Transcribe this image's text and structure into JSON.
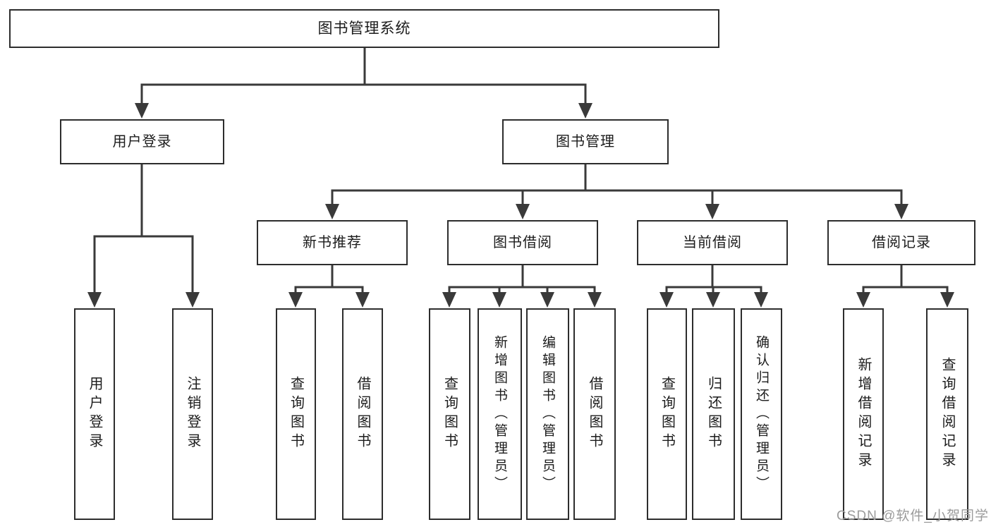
{
  "diagram_title": "图书管理系统",
  "watermark": "CSDN @软件_小贺同学",
  "colors": {
    "line": "#3a3a3a",
    "box_border": "#2d2d2d",
    "background": "#ffffff",
    "text": "#1c1c1c",
    "watermark": "#9b9b9b"
  },
  "tree": {
    "label": "图书管理系统",
    "children": [
      {
        "label": "用户登录",
        "children": [
          {
            "label": "用户登录"
          },
          {
            "label": "注销登录"
          }
        ]
      },
      {
        "label": "图书管理",
        "children": [
          {
            "label": "新书推荐",
            "children": [
              {
                "label": "查询图书"
              },
              {
                "label": "借阅图书"
              }
            ]
          },
          {
            "label": "图书借阅",
            "children": [
              {
                "label": "查询图书"
              },
              {
                "label": "新增图书（管理员）"
              },
              {
                "label": "编辑图书（管理员）"
              },
              {
                "label": "借阅图书"
              }
            ]
          },
          {
            "label": "当前借阅",
            "children": [
              {
                "label": "查询图书"
              },
              {
                "label": "归还图书"
              },
              {
                "label": "确认归还（管理员）"
              }
            ]
          },
          {
            "label": "借阅记录",
            "children": [
              {
                "label": "新增借阅记录"
              },
              {
                "label": "查询借阅记录"
              }
            ]
          }
        ]
      }
    ]
  }
}
